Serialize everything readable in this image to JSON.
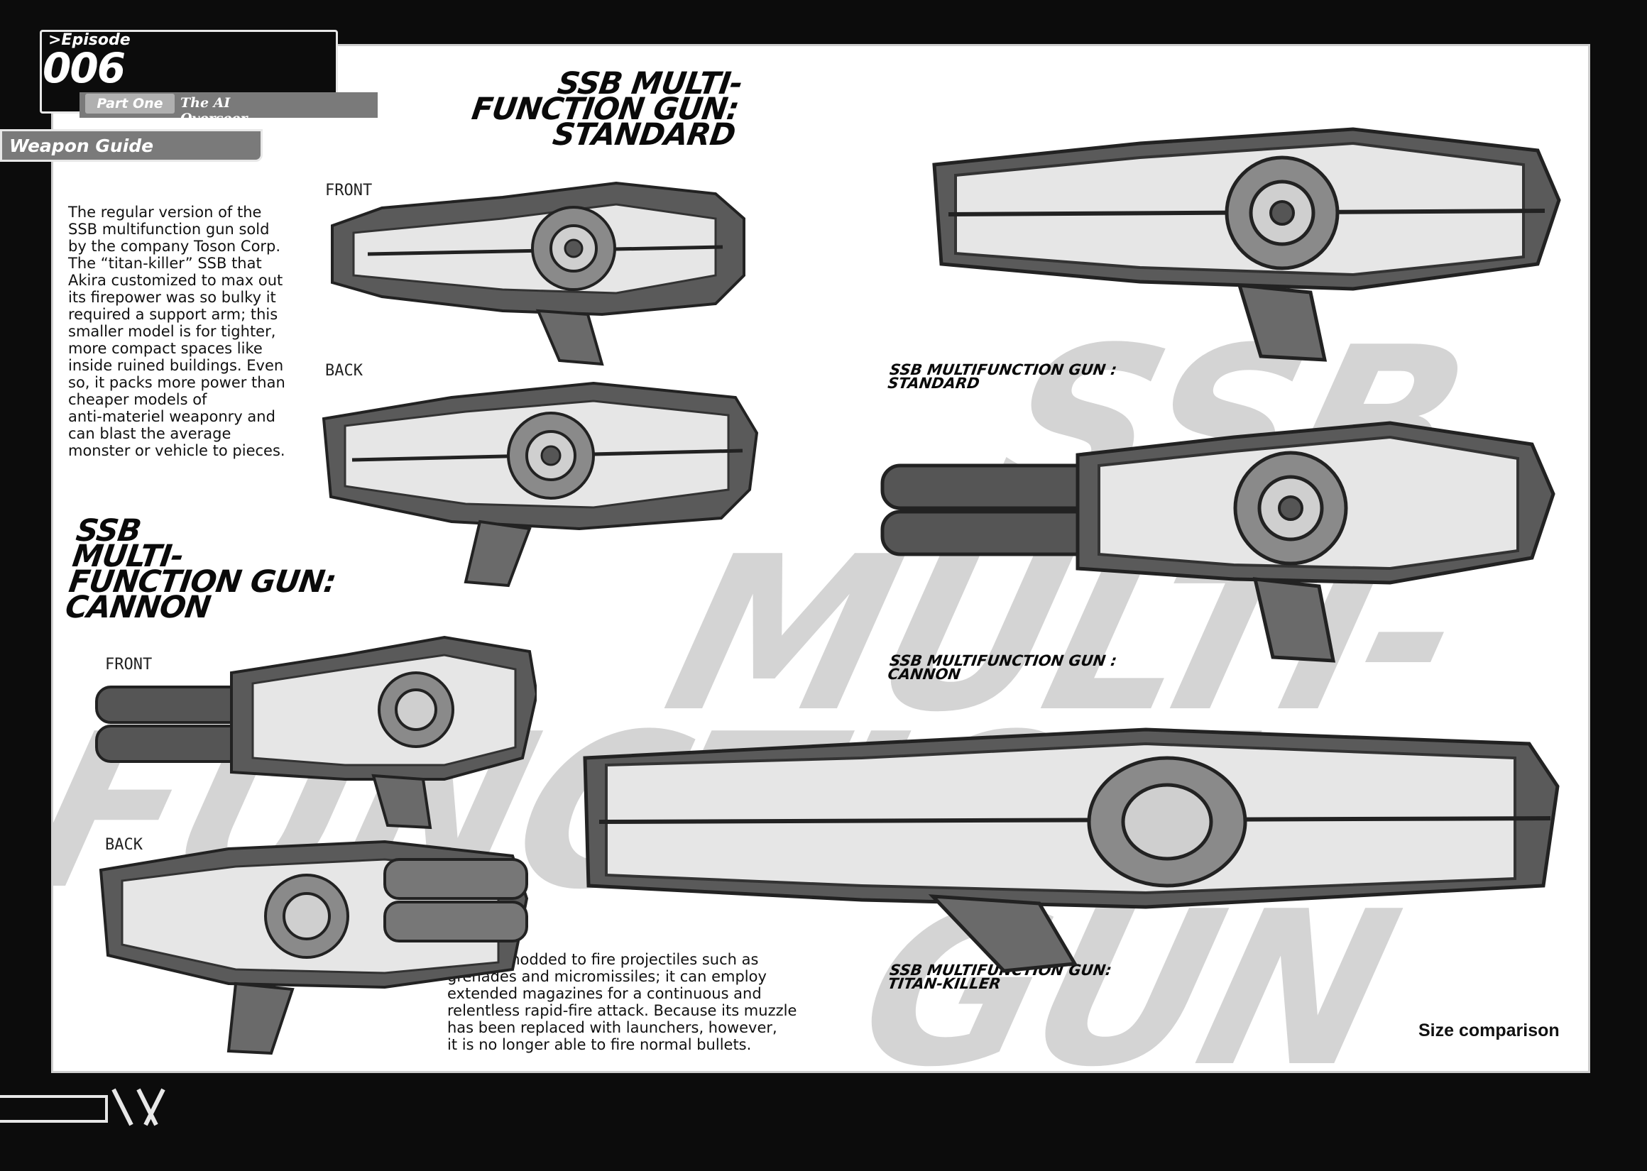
{
  "header": {
    "episode_label": ">Episode",
    "episode_number": "006",
    "part_label": "Part One",
    "part_title": "The AI Overseer",
    "section_label": "Weapon Guide"
  },
  "standard": {
    "title_lines": [
      "SSB MULTI-",
      "FUNCTION GUN:",
      "STANDARD"
    ],
    "front_label": "FRONT",
    "back_label": "BACK",
    "description_lines": [
      "The regular version of the",
      "SSB multifunction gun sold",
      "by the company Toson Corp.",
      "The “titan-killer” SSB that",
      "Akira customized to max out",
      "its firepower was so bulky it",
      "required a support arm; this",
      "smaller model is for tighter,",
      "more compact spaces like",
      "inside ruined buildings. Even",
      "so, it packs more power than",
      "cheaper models of",
      "anti-materiel weaponry and",
      "can blast the average",
      "monster or vehicle to pieces."
    ]
  },
  "cannon": {
    "title_lines": [
      "SSB",
      "MULTI-",
      "FUNCTION GUN:",
      "CANNON"
    ],
    "front_label": "FRONT",
    "back_label": "BACK",
    "description_lines": [
      "An SSB modded to fire projectiles such as",
      "grenades and micromissiles; it can employ",
      "extended magazines for a continuous and",
      "relentless rapid-fire attack. Because its muzzle",
      "has been replaced with launchers, however,",
      "it is no longer able to fire normal bullets."
    ]
  },
  "comparison": {
    "standard_caption": [
      "SSB MULTIFUNCTION GUN :",
      "STANDARD"
    ],
    "cannon_caption": [
      "SSB MULTIFUNCTION GUN :",
      "CANNON"
    ],
    "titan_caption": [
      "SSB MULTIFUNCTION GUN:",
      "TITAN-KILLER"
    ],
    "size_label": "Size comparison"
  },
  "watermark": [
    "SSB",
    "MULTI-",
    "FUNCTION",
    "GUN"
  ]
}
